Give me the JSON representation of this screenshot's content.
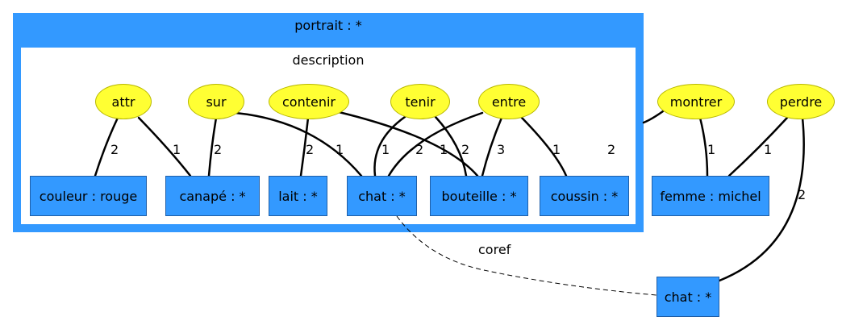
{
  "outer_context": {
    "label": "portrait : *"
  },
  "inner_context": {
    "label": "description"
  },
  "relations": {
    "attr": "attr",
    "sur": "sur",
    "contenir": "contenir",
    "tenir": "tenir",
    "entre": "entre",
    "montrer": "montrer",
    "perdre": "perdre"
  },
  "concepts": {
    "couleur": "couleur : rouge",
    "canape": "canapé : *",
    "lait": "lait : *",
    "chat": "chat : *",
    "bouteille": "bouteille : *",
    "coussin": "coussin : *",
    "femme": "femme : michel",
    "chat_outer": "chat : *"
  },
  "edge_labels": {
    "attr_couleur": "2",
    "attr_canape": "1",
    "sur_canape": "2",
    "contenir_lait": "2",
    "sur_chat": "1",
    "tenir_chat": "1",
    "contenir_bouteille": "2",
    "entre_chat": "1",
    "tenir_bouteille": "2",
    "entre_bouteille": "3",
    "entre_coussin": "1",
    "extra_2": "2",
    "montrer_femme": "1",
    "perdre_femme": "1",
    "perdre_chat": "2"
  },
  "coref_label": "coref"
}
